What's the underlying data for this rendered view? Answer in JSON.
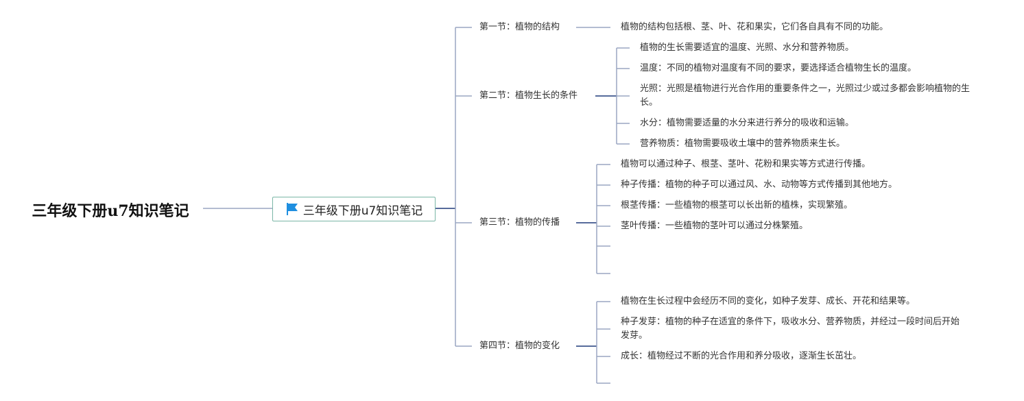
{
  "root": {
    "title": "三年级下册u7知识笔记"
  },
  "center": {
    "title": "三年级下册u7知识笔记",
    "icon": "flag-icon",
    "icon_color": "#1f8fe0"
  },
  "colors": {
    "line": "#9aa6c2",
    "line_dark": "#1f3a7a",
    "border": "#7ab6a6"
  },
  "sections": [
    {
      "label": "第一节：植物的结构",
      "items": [
        {
          "text": "植物的结构包括根、茎、叶、花和果实，它们各自具有不同的功能。"
        }
      ]
    },
    {
      "label": "第二节：植物生长的条件",
      "items": [
        {
          "text": "植物的生长需要适宜的温度、光照、水分和营养物质。"
        },
        {
          "text": "温度：不同的植物对温度有不同的要求，要选择适合植物生长的温度。"
        },
        {
          "text": "光照：光照是植物进行光合作用的重要条件之一，光照过少或过多都会影响植物的生长。"
        },
        {
          "text": "水分：植物需要适量的水分来进行养分的吸收和运输。"
        },
        {
          "text": "营养物质：植物需要吸收土壤中的营养物质来生长。"
        }
      ]
    },
    {
      "label": "第三节：植物的传播",
      "items": [
        {
          "text": "植物可以通过种子、根茎、茎叶、花粉和果实等方式进行传播。"
        },
        {
          "text": "种子传播：植物的种子可以通过风、水、动物等方式传播到其他地方。"
        },
        {
          "text": "根茎传播：一些植物的根茎可以长出新的植株，实现繁殖。"
        },
        {
          "text": "茎叶传播：一些植物的茎叶可以通过分株繁殖。"
        },
        {
          "text": ""
        },
        {
          "text": ""
        }
      ]
    },
    {
      "label": "第四节：植物的变化",
      "items": [
        {
          "text": "植物在生长过程中会经历不同的变化，如种子发芽、成长、开花和结果等。"
        },
        {
          "text": "种子发芽：植物的种子在适宜的条件下，吸收水分、营养物质，并经过一段时间后开始发芽。"
        },
        {
          "text": "成长：植物经过不断的光合作用和养分吸收，逐渐生长茁壮。"
        },
        {
          "text": ""
        }
      ]
    }
  ]
}
